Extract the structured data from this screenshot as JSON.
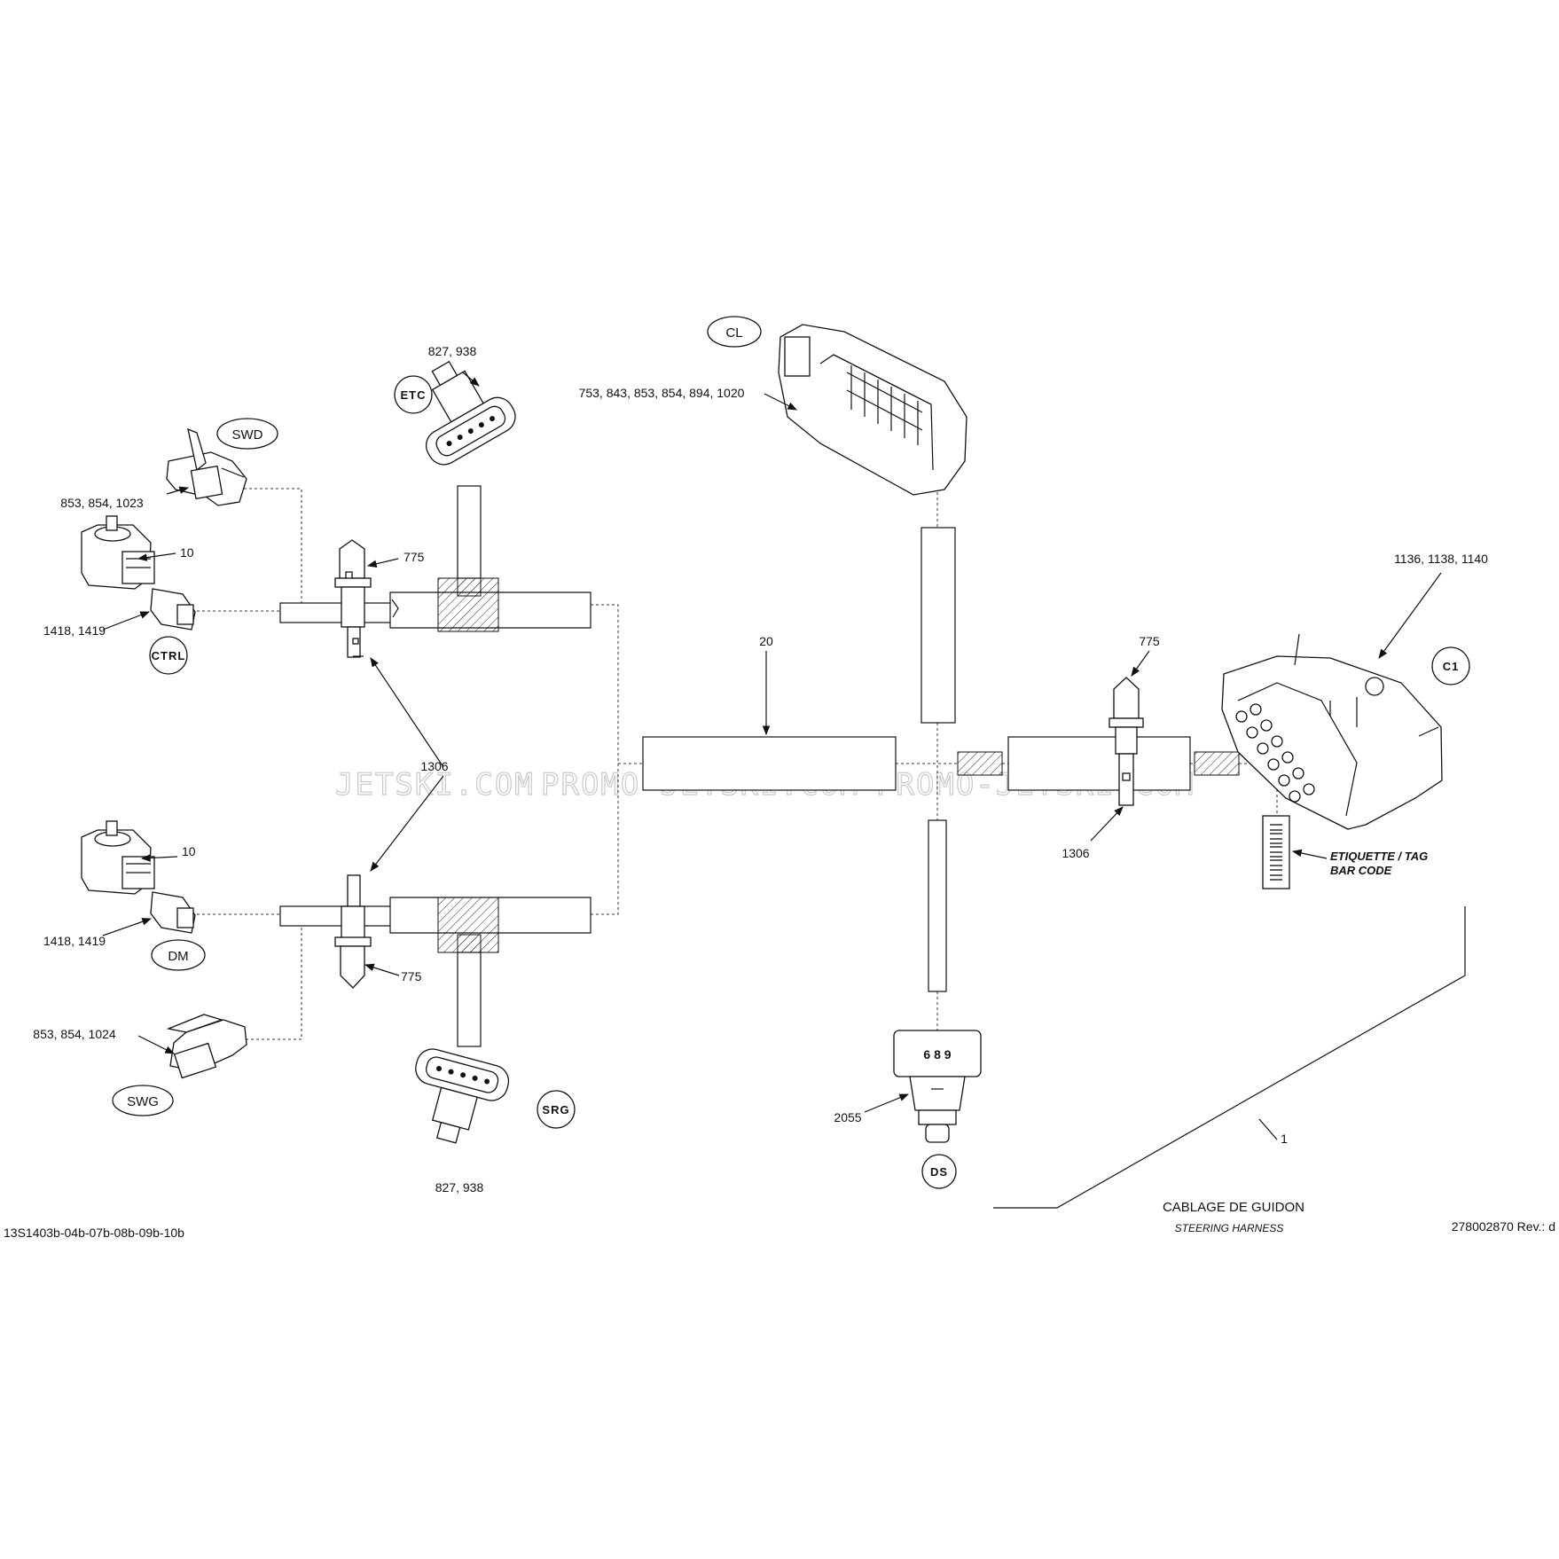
{
  "diagram": {
    "callouts": {
      "swd": "SWD",
      "etc": "ETC",
      "ctrl": "CTRL",
      "dm": "DM",
      "swg": "SWG",
      "srg": "SRG",
      "cl": "CL",
      "c1": "C1",
      "ds": "DS"
    },
    "labels": {
      "etc_parts": "827, 938",
      "swd_parts": "853, 854, 1023",
      "ctrl_switch": "10",
      "ctrl_plug": "1418, 1419",
      "clip_top": "775",
      "clip_shared": "1306",
      "dm_switch": "10",
      "dm_plug": "1418, 1419",
      "clip_bottom": "775",
      "swg_parts": "853, 854, 1024",
      "srg_parts": "827, 938",
      "cl_parts": "753, 843, 853, 854, 894, 1020",
      "harness_main": "20",
      "clip_right": "775",
      "clip_right_sleeve": "1306",
      "c1_parts": "1136, 1138, 1140",
      "ds_body": "6 8 9",
      "ds_part": "2055",
      "harness_assembly": "1",
      "tag_line1": "ETIQUETTE / TAG",
      "tag_line2": "BAR CODE"
    },
    "title_fr": "CABLAGE DE GUIDON",
    "title_en": "STEERING HARNESS",
    "drawing_ref": "13S1403b-04b-07b-08b-09b-10b",
    "part_number": "278002870 Rev.: d",
    "watermark": [
      "JETSKI.COM",
      "PROMO-JETSKI.COM",
      "PROMO-JETSKI.COM"
    ]
  }
}
